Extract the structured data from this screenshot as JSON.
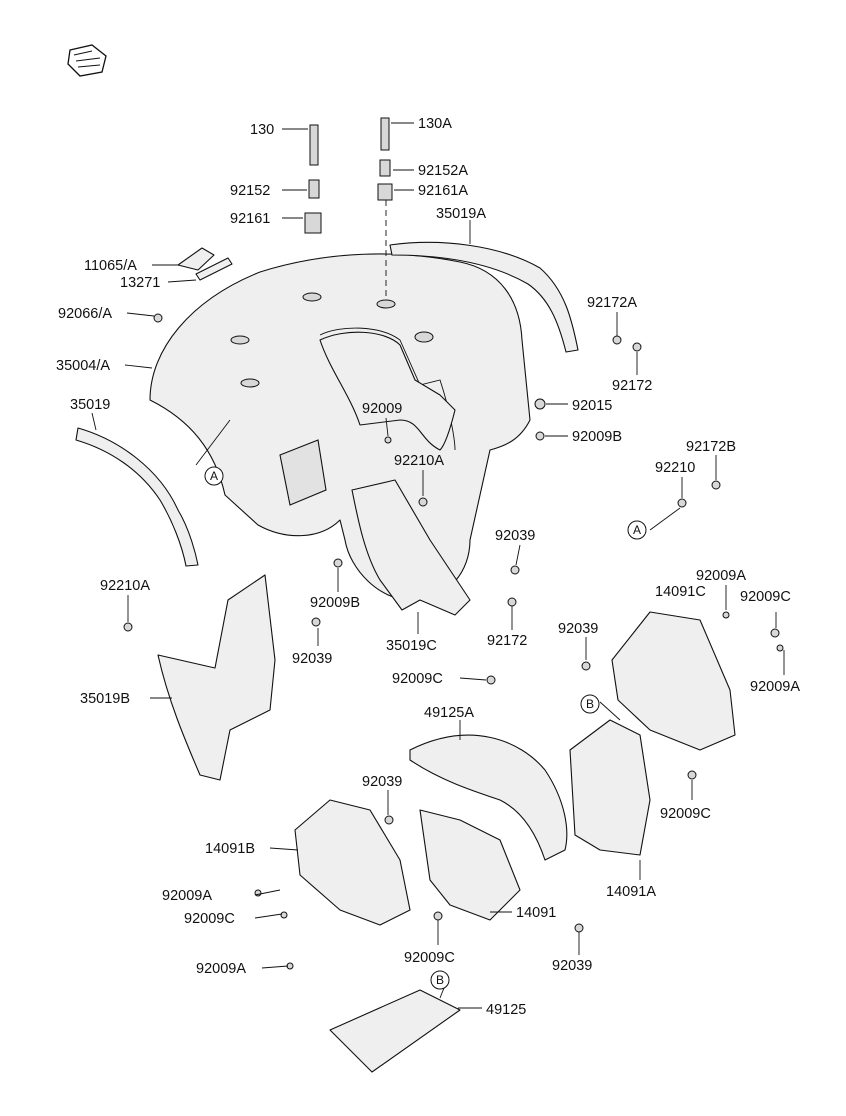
{
  "parts": {
    "p130": "130",
    "p130A": "130A",
    "p92152": "92152",
    "p92152A": "92152A",
    "p92161": "92161",
    "p92161A": "92161A",
    "p35019A": "35019A",
    "p11065A": "11065/A",
    "p13271": "13271",
    "p92066A": "92066/A",
    "p35004A": "35004/A",
    "p92172A": "92172A",
    "p92172_top": "92172",
    "p35019": "35019",
    "p92009": "92009",
    "p92015": "92015",
    "p92009B_top": "92009B",
    "p92172B": "92172B",
    "p92210": "92210",
    "p92210A_mid": "92210A",
    "p92039_mid": "92039",
    "p92009B_mid": "92009B",
    "p92210A_left": "92210A",
    "p92039_left": "92039",
    "p35019C": "35019C",
    "p92172_mid": "92172",
    "p92009A_r1": "92009A",
    "p14091C": "14091C",
    "p92009C_r1": "92009C",
    "p92039_r": "92039",
    "p92009A_r2": "92009A",
    "p35019B": "35019B",
    "p92009C_c": "92009C",
    "p49125A": "49125A",
    "p92039_c": "92039",
    "p92009C_r2": "92009C",
    "p14091B": "14091B",
    "p14091A": "14091A",
    "p92009A_l1": "92009A",
    "p92009C_l": "92009C",
    "p14091": "14091",
    "p92009C_b": "92009C",
    "p92039_b": "92039",
    "p92009A_l2": "92009A",
    "p49125": "49125"
  },
  "refs": {
    "refA": "A",
    "refB": "B"
  },
  "icons": {
    "corner": "exploded-view-logo-icon"
  }
}
